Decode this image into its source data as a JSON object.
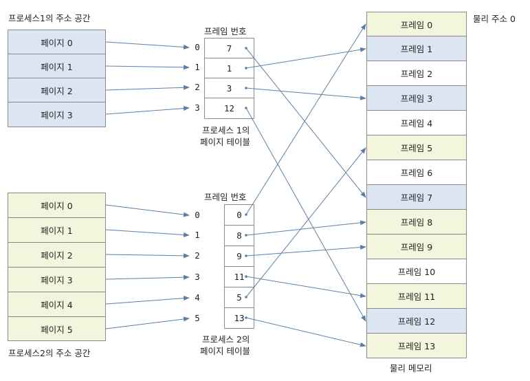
{
  "process1": {
    "address_space_label": "프로세스1의 주소 공간",
    "pages": [
      "페이지 0",
      "페이지 1",
      "페이지 2",
      "페이지 3"
    ],
    "frame_header": "프레임 번호",
    "indices": [
      "0",
      "1",
      "2",
      "3"
    ],
    "frames": [
      "7",
      "1",
      "3",
      "12"
    ],
    "table_label_line1": "프로세스 1의",
    "table_label_line2": "페이지 테이블"
  },
  "process2": {
    "address_space_label": "프로세스2의 주소 공간",
    "pages": [
      "페이지 0",
      "페이지 1",
      "페이지 2",
      "페이지 3",
      "페이지 4",
      "페이지 5"
    ],
    "frame_header": "프레임 번호",
    "indices": [
      "0",
      "1",
      "2",
      "3",
      "4",
      "5"
    ],
    "frames": [
      "0",
      "8",
      "9",
      "11",
      "5",
      "13"
    ],
    "table_label_line1": "프로세스 2의",
    "table_label_line2": "페이지 테이블"
  },
  "physical_memory": {
    "address_label": "물리 주소 0",
    "label": "물리 메모리",
    "frames": [
      "프레임 0",
      "프레임 1",
      "프레임 2",
      "프레임 3",
      "프레임 4",
      "프레임 5",
      "프레임 6",
      "프레임 7",
      "프레임 8",
      "프레임 9",
      "프레임 10",
      "프레임 11",
      "프레임 12",
      "프레임 13"
    ],
    "frame_owner": [
      "p2",
      "p1",
      "none",
      "p1",
      "none",
      "p2",
      "none",
      "p1",
      "p2",
      "p2",
      "none",
      "p2",
      "p1",
      "p2"
    ]
  },
  "colors": {
    "process1_fill": "#dce6f2",
    "process2_fill": "#f3f5dc",
    "free_fill": "#ffffff",
    "arrow": "#5b7fa8"
  }
}
